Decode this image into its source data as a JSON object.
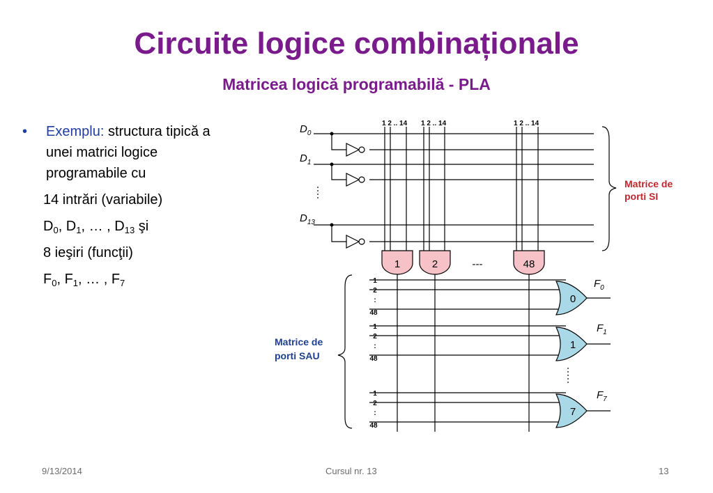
{
  "header": {
    "title": "Circuite logice combinaționale",
    "subtitle": "Matricea logică programabilă - PLA"
  },
  "content": {
    "bullet_marker": "•",
    "bullet_keyword": "Exemplu:",
    "bullet_text_1": "structura tipică a",
    "bullet_text_2": "unei matrici logice",
    "bullet_text_3": "programabile cu",
    "inputs_count": "14 intrări (variabile)",
    "inputs_first": "D",
    "inputs_first_sub": "0",
    "inputs_second": ", D",
    "inputs_second_sub": "1",
    "inputs_mid": ", … , D",
    "inputs_last_sub": "13",
    "inputs_end": " şi",
    "outputs_count": "8 ieşiri (funcţii)",
    "outputs_first": "F",
    "outputs_first_sub": "0",
    "outputs_second": ", F",
    "outputs_second_sub": "1",
    "outputs_mid": ", … , F",
    "outputs_last_sub": "7"
  },
  "diagram": {
    "input_labels": [
      {
        "base": "D",
        "sub": "0"
      },
      {
        "base": "D",
        "sub": "1"
      },
      {
        "base": "D",
        "sub": "13"
      }
    ],
    "column_group_labels": [
      "1 2 .. 14",
      "1 2 .. 14",
      "1 2 .. 14"
    ],
    "and_gates": [
      "1",
      "2",
      "48"
    ],
    "and_gap_marker": "---",
    "and_matrix_label_line1": "Matrice de",
    "and_matrix_label_line2": "porti SI",
    "or_matrix_label_line1": "Matrice de",
    "or_matrix_label_line2": "porti SAU",
    "or_gates": [
      "0",
      "1",
      "7"
    ],
    "output_labels": [
      {
        "base": "F",
        "sub": "0"
      },
      {
        "base": "F",
        "sub": "1"
      },
      {
        "base": "F",
        "sub": "7"
      }
    ],
    "row_index_labels": [
      "1",
      "2",
      ":",
      "48"
    ],
    "colors": {
      "and_gate_fill": "#f6c1c7",
      "or_gate_fill": "#a9d8e6",
      "and_label": "#c0272d",
      "or_label": "#1f3f8f"
    }
  },
  "footer": {
    "date": "9/13/2014",
    "center": "Cursul nr. 13",
    "page": "13"
  }
}
